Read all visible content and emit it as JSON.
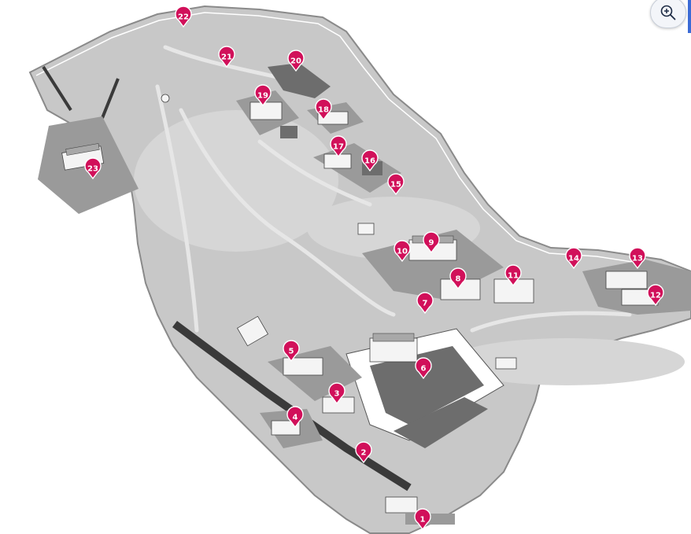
{
  "map": {
    "markers": [
      "1",
      "2",
      "3",
      "4",
      "5",
      "6",
      "7",
      "8",
      "9",
      "10",
      "11",
      "12",
      "13",
      "14",
      "15",
      "16",
      "17",
      "18",
      "19",
      "20",
      "21",
      "22",
      "23"
    ]
  },
  "controls": {
    "zoom_in_icon": "zoom-in-icon"
  },
  "colors": {
    "marker": "#d1105a",
    "ground": "#c8c8c8",
    "courtyard": "#6d6d6d",
    "zoom_accent": "#3b6bd6"
  }
}
